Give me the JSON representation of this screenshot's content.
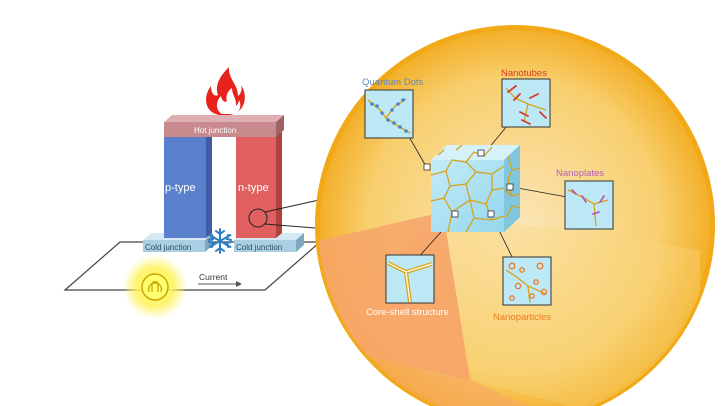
{
  "device": {
    "hot_junction": "Hot junction",
    "p_type": "p-type",
    "n_type": "n-type",
    "cold_junction_left": "Cold junction",
    "cold_junction_right": "Cold junction",
    "current": "Current"
  },
  "nanostructures": {
    "quantum_dots": "Quantum Dots",
    "nanotubes": "Nanotubes",
    "nanoplates": "Nanoplates",
    "nanoparticles": "Nanoparticles",
    "core_shell": "Core-shell structure"
  },
  "colors": {
    "p_type": "#5a7fcc",
    "n_type": "#e0605f",
    "hot_junction": "#c98a8e",
    "circle_edge": "#f2a918",
    "circle_fill": "#f8c95d",
    "grain_boundary": "#d7a31a",
    "cube": "#a9def0",
    "quantum_dots_label": "#5b86c5",
    "nanotubes_label": "#d63a2a",
    "nanoplates_label": "#b65ac5",
    "nanoparticles_label": "#ee7b22",
    "core_shell_label": "#ffffff"
  }
}
